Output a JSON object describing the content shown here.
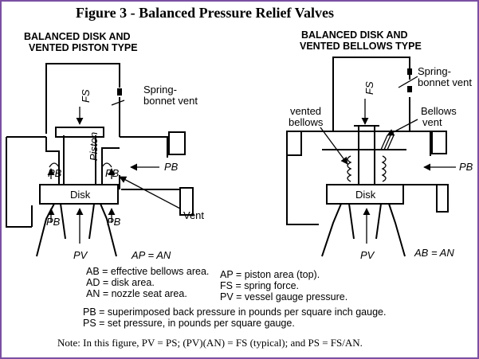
{
  "title": "Figure 3 - Balanced Pressure Relief Valves",
  "left": {
    "heading_line1": "BALANCED DISK AND",
    "heading_line2": "VENTED PISTON TYPE",
    "fs_label": "FS",
    "spring_vent_line1": "Spring-",
    "spring_vent_line2": "bonnet vent",
    "piston_label": "Piston",
    "pb_label": "PB",
    "pb_inner_left": "PB",
    "pb_inner_right": "PB",
    "disk_label": "Disk",
    "pb_lower_left": "PB",
    "pb_lower_right": "PB",
    "vent_label": "Vent",
    "pv_label": "PV",
    "equation": "AP = AN"
  },
  "right": {
    "heading_line1": "BALANCED DISK AND",
    "heading_line2": "VENTED BELLOWS TYPE",
    "fs_label": "FS",
    "spring_vent_line1": "Spring-",
    "spring_vent_line2": "bonnet vent",
    "vented_bellows_line1": "vented",
    "vented_bellows_line2": "bellows",
    "bellows_vent_line1": "Bellows",
    "bellows_vent_line2": "vent",
    "pb_label": "PB",
    "disk_label": "Disk",
    "pv_label": "PV",
    "equation": "AB = AN"
  },
  "legend_left": [
    "AB = effective bellows area.",
    "AD = disk area.",
    "AN = nozzle seat area."
  ],
  "legend_right": [
    "AP = piston area (top).",
    "FS = spring force.",
    "PV = vessel gauge pressure."
  ],
  "legend_bottom": [
    "PB = superimposed back pressure in pounds per square inch gauge.",
    "PS = set pressure, in pounds per square gauge."
  ],
  "note": "Note: In this figure, PV = PS; (PV)(AN) = FS (typical); and PS = FS/AN."
}
